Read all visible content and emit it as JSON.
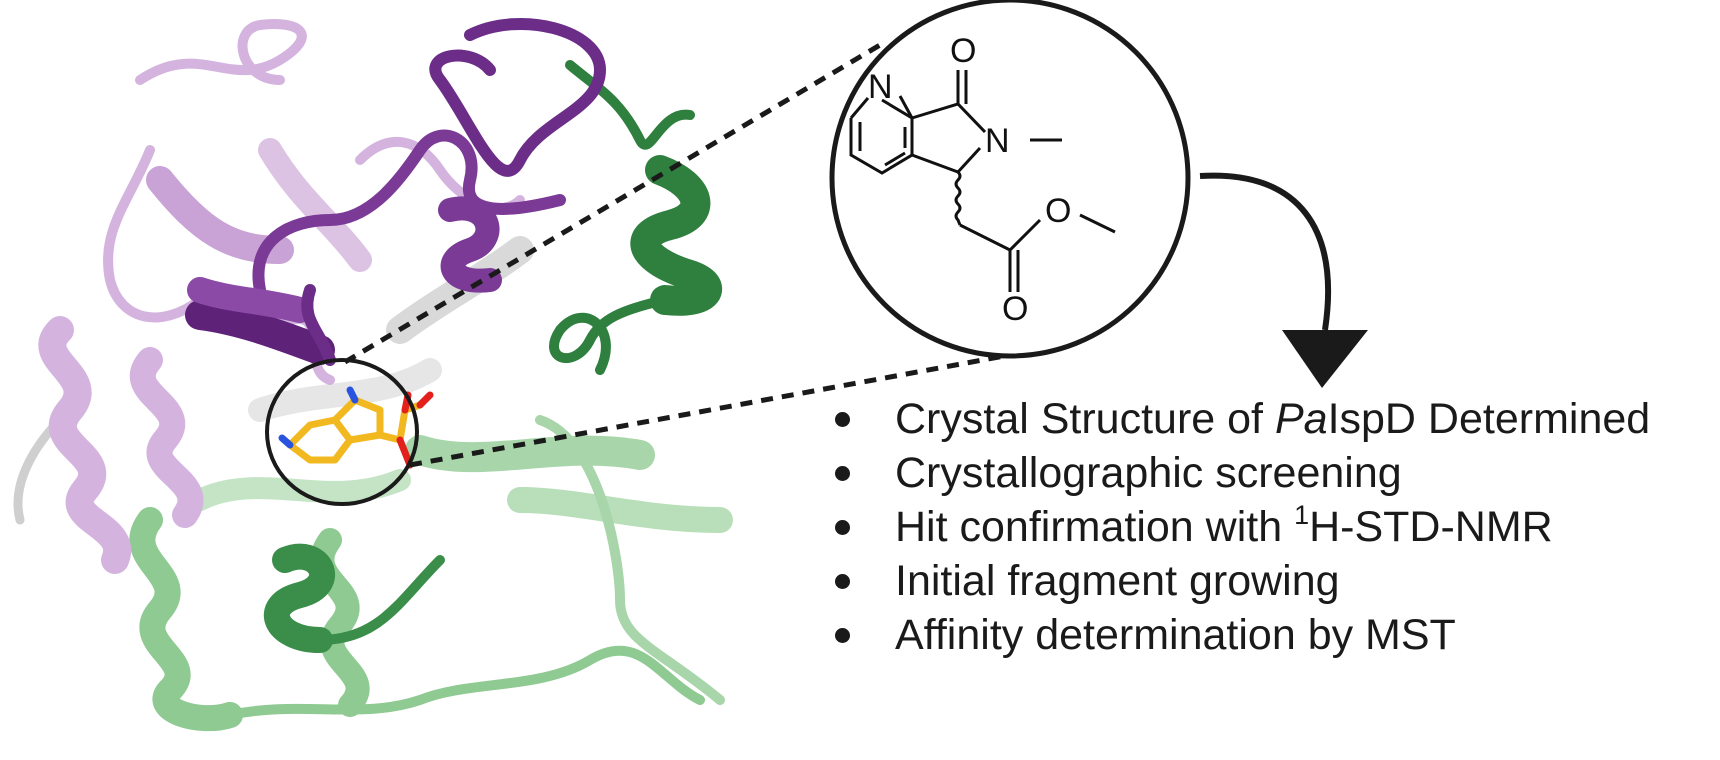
{
  "molecule": {
    "atom_labels": {
      "n_ring": "N",
      "o_carbonyl": "O",
      "n_lactam": "N",
      "o_ester_ether": "O",
      "o_ester_carbonyl": "O"
    }
  },
  "bullets": [
    {
      "before": "Crystal Structure of ",
      "italic": "Pa",
      "after": "IspD Determined"
    },
    {
      "text": "Crystallographic screening"
    },
    {
      "before": "Hit confirmation with ",
      "sup": "1",
      "after": "H-STD-NMR"
    },
    {
      "text": "Initial fragment growing"
    },
    {
      "text": "Affinity determination by MST"
    }
  ],
  "colors": {
    "purple_dark": "#6a2b86",
    "purple_light": "#d4b4df",
    "green_dark": "#2e7d3e",
    "green_light": "#8cc98f",
    "grey_strand": "#d9d9d9",
    "ligand_carbon": "#f2b81f",
    "ligand_oxygen": "#e3201b",
    "ligand_nitrogen": "#2a53e0"
  }
}
